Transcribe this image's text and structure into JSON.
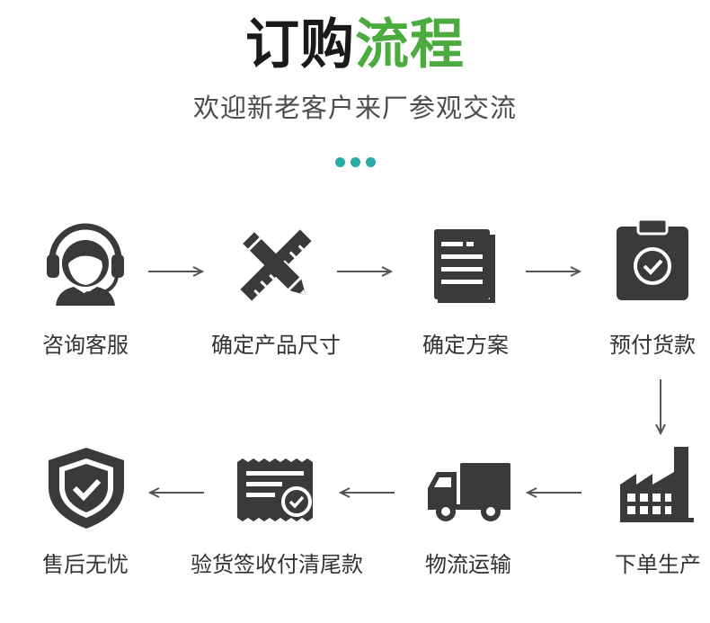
{
  "header": {
    "title_dark": "订购",
    "title_green": "流程",
    "subtitle": "欢迎新老客户来厂参观交流"
  },
  "colors": {
    "accent_green": "#4bab3e",
    "dot_teal": "#2aa9a6",
    "icon_dark": "#3a3a3a"
  },
  "steps": [
    {
      "label": "咨询客服",
      "icon": "headset-agent-icon"
    },
    {
      "label": "确定产品尺寸",
      "icon": "ruler-pencil-icon"
    },
    {
      "label": "确定方案",
      "icon": "document-icon"
    },
    {
      "label": "预付货款",
      "icon": "clipboard-check-icon"
    },
    {
      "label": "下单生产",
      "icon": "factory-icon"
    },
    {
      "label": "物流运输",
      "icon": "truck-icon"
    },
    {
      "label": "验货签收付清尾款",
      "icon": "receipt-check-icon"
    },
    {
      "label": "售后无忧",
      "icon": "shield-check-icon"
    }
  ]
}
